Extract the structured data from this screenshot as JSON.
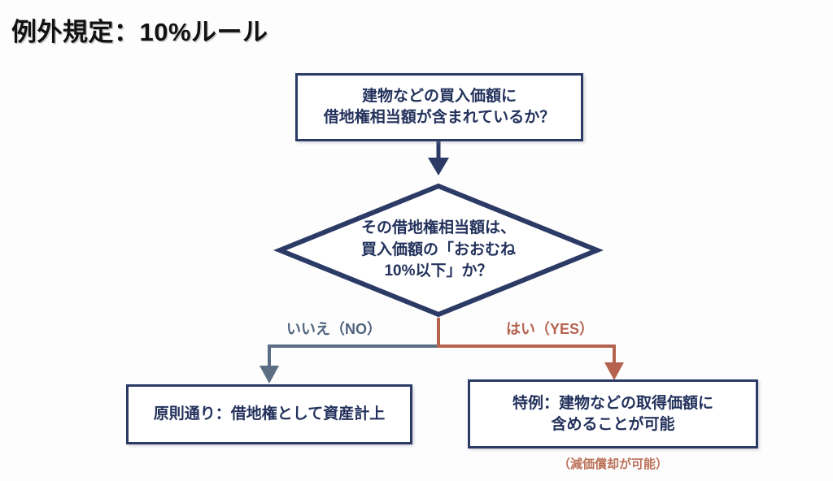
{
  "title": "例外規定：10%ルール",
  "colors": {
    "node_border": "#2b3b66",
    "node_text": "#23325c",
    "branch_no": "#4e637c",
    "branch_yes": "#b5634f",
    "arrow_main": "#2b3b66",
    "caption": "#bb7158",
    "background": "#fdfdfd"
  },
  "chart_data": {
    "type": "flowchart",
    "title": "例外規定：10%ルール",
    "nodes": [
      {
        "id": "question",
        "shape": "rectangle",
        "lines": [
          "建物などの買入価額に",
          "借地権相当額が含まれているか？"
        ]
      },
      {
        "id": "decision",
        "shape": "diamond",
        "lines": [
          "その借地権相当額は、",
          "買入価額の「おおむね",
          "10%以下」か？"
        ]
      },
      {
        "id": "outcome-no",
        "shape": "rectangle",
        "lines": [
          "原則通り：借地権として資産計上"
        ]
      },
      {
        "id": "outcome-yes",
        "shape": "rectangle",
        "lines": [
          "特例：建物などの取得価額に",
          "含めることが可能"
        ],
        "caption": "（減価償却が可能）"
      }
    ],
    "edges": [
      {
        "from": "question",
        "to": "decision",
        "label": "",
        "color": "#2b3b66"
      },
      {
        "from": "decision",
        "to": "outcome-no",
        "label": "いいえ（NO）",
        "color": "#4e637c"
      },
      {
        "from": "decision",
        "to": "outcome-yes",
        "label": "はい（YES）",
        "color": "#b5634f"
      }
    ]
  },
  "nodes": {
    "question": {
      "line1": "建物などの買入価額に",
      "line2": "借地権相当額が含まれているか？"
    },
    "decision": {
      "line1": "その借地権相当額は、",
      "line2": "買入価額の「おおむね",
      "line3": "10%以下」か？"
    },
    "outcome_no": {
      "line1": "原則通り：借地権として資産計上"
    },
    "outcome_yes": {
      "line1": "特例：建物などの取得価額に",
      "line2": "含めることが可能",
      "caption": "（減価償却が可能）"
    }
  },
  "branch_labels": {
    "no": "いいえ（NO）",
    "yes": "はい（YES）"
  }
}
